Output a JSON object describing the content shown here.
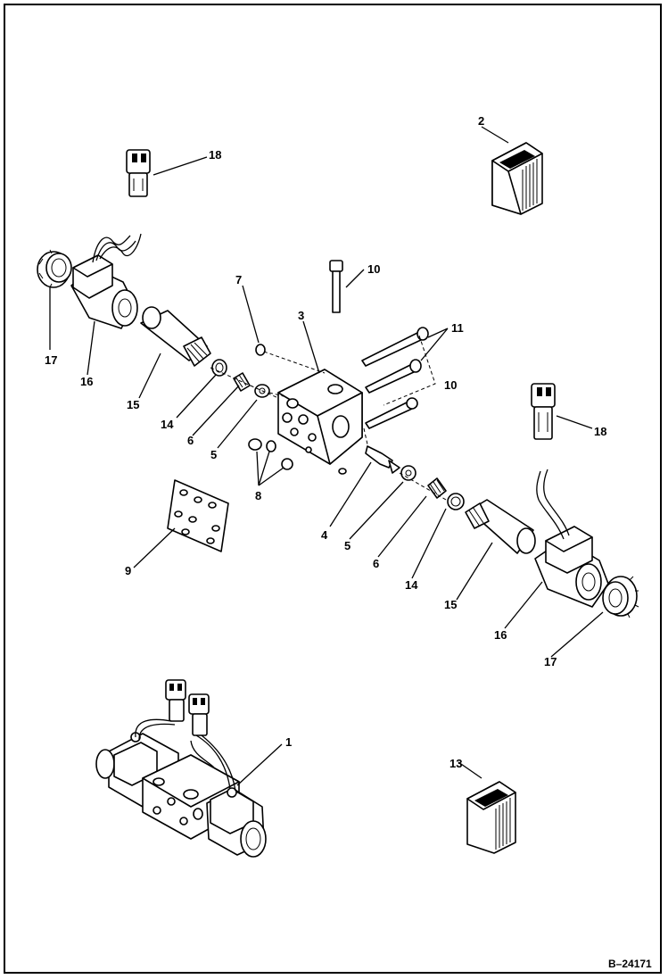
{
  "drawing": {
    "reference_number": "B–24171",
    "callouts": [
      {
        "id": "c1",
        "text": "1"
      },
      {
        "id": "c2",
        "text": "2"
      },
      {
        "id": "c3",
        "text": "3"
      },
      {
        "id": "c4",
        "text": "4"
      },
      {
        "id": "c5a",
        "text": "5"
      },
      {
        "id": "c5b",
        "text": "5"
      },
      {
        "id": "c6a",
        "text": "6"
      },
      {
        "id": "c6b",
        "text": "6"
      },
      {
        "id": "c7",
        "text": "7"
      },
      {
        "id": "c8",
        "text": "8"
      },
      {
        "id": "c9",
        "text": "9"
      },
      {
        "id": "c10a",
        "text": "10"
      },
      {
        "id": "c10b",
        "text": "10"
      },
      {
        "id": "c11",
        "text": "11"
      },
      {
        "id": "c13",
        "text": "13"
      },
      {
        "id": "c14a",
        "text": "14"
      },
      {
        "id": "c14b",
        "text": "14"
      },
      {
        "id": "c15a",
        "text": "15"
      },
      {
        "id": "c15b",
        "text": "15"
      },
      {
        "id": "c16a",
        "text": "16"
      },
      {
        "id": "c16b",
        "text": "16"
      },
      {
        "id": "c17a",
        "text": "17"
      },
      {
        "id": "c17b",
        "text": "17"
      },
      {
        "id": "c18a",
        "text": "18"
      },
      {
        "id": "c18b",
        "text": "18"
      }
    ]
  }
}
